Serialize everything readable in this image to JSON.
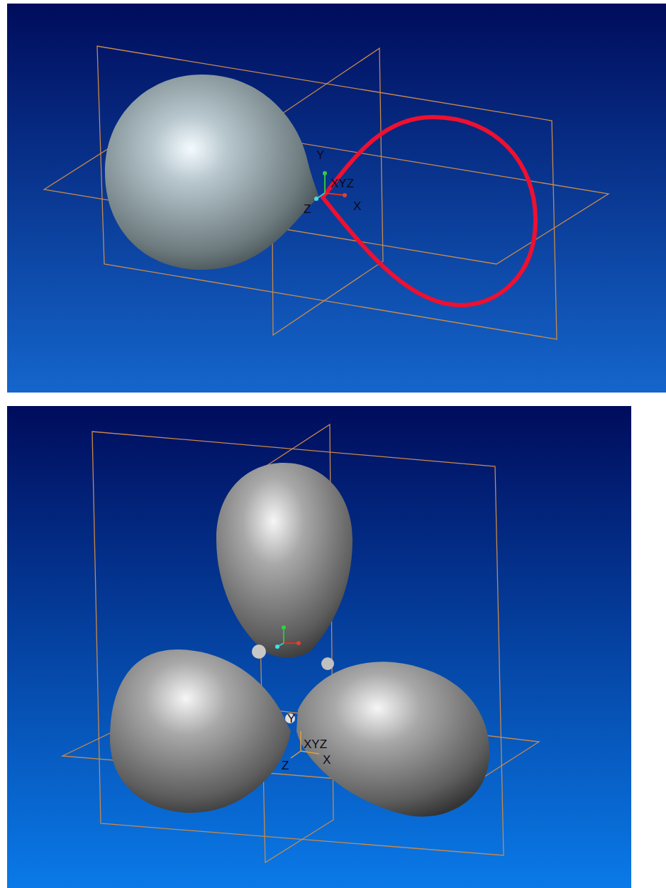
{
  "diagram": {
    "labels": [
      "Y",
      "XYZ",
      "Z",
      "X",
      "Y",
      "XYZ",
      "Z",
      "X"
    ]
  }
}
